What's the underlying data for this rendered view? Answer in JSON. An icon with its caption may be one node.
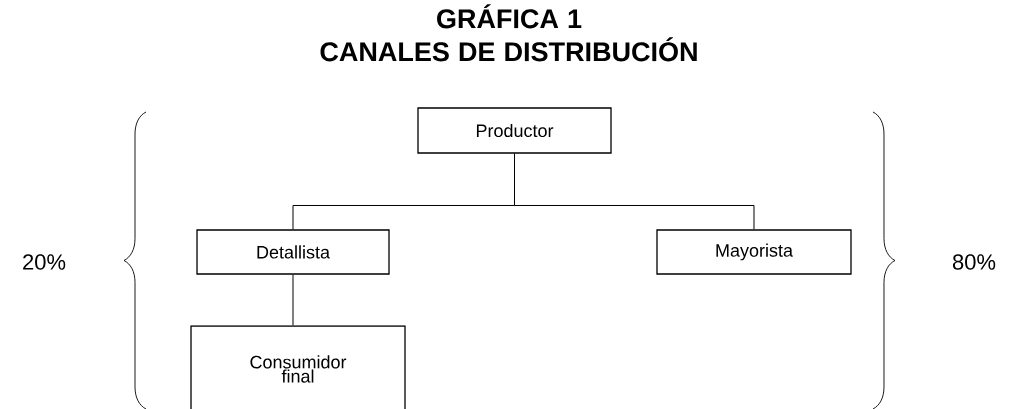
{
  "diagram": {
    "title": "GRÁFICA 1 CANALES DE DISTRIBUCIÓN",
    "nodes": [
      {
        "text": [
          "Productor"
        ]
      },
      {
        "text": [
          "Detallista"
        ]
      },
      {
        "text": [
          "Mayorista"
        ]
      },
      {
        "text": [
          "Consumidor final"
        ]
      }
    ],
    "edges": [
      {
        "from": 0,
        "to": 1,
        "arrow": "none"
      },
      {
        "from": 0,
        "to": 2,
        "arrow": "none"
      },
      {
        "from": 1,
        "to": 3,
        "arrow": "none"
      }
    ],
    "labels": [
      "20%",
      "80%"
    ]
  }
}
